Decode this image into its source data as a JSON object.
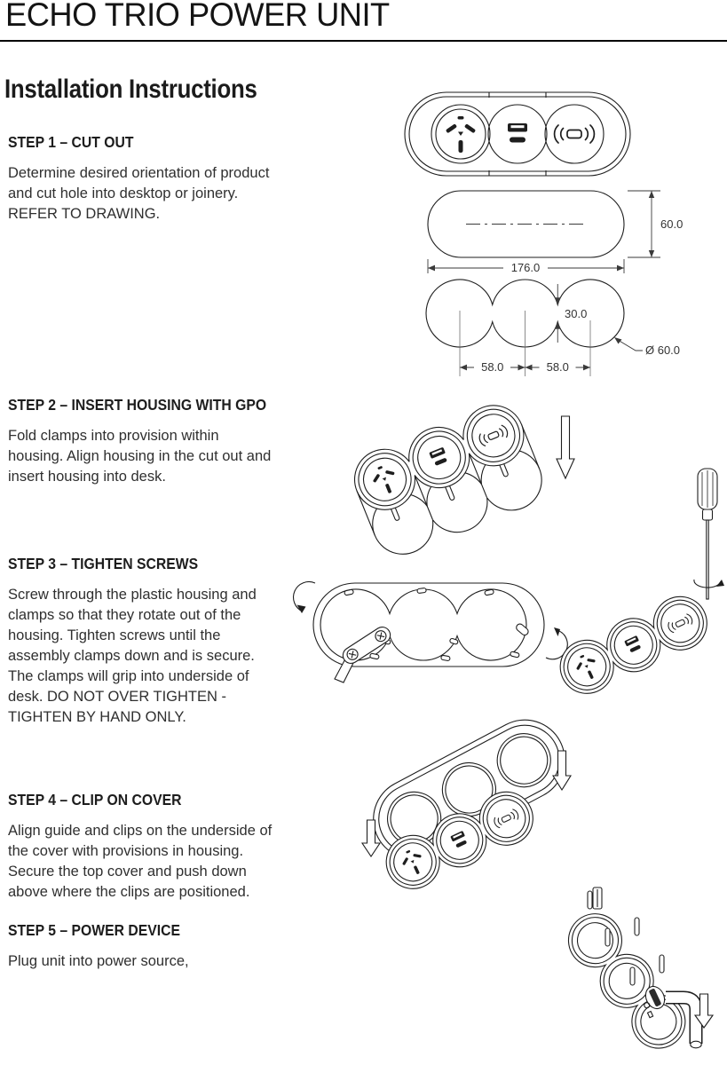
{
  "page": {
    "title": "ECHO TRIO POWER UNIT",
    "subtitle": "Installation Instructions"
  },
  "steps": [
    {
      "heading": "STEP 1 – CUT OUT",
      "body": "Determine desired orientation of product and cut hole into desktop or joinery. REFER TO DRAWING."
    },
    {
      "heading": "STEP 2 – INSERT HOUSING WITH GPO",
      "body": "Fold clamps into provision within housing. Align housing in the cut out and insert housing into desk."
    },
    {
      "heading": "STEP 3 – TIGHTEN SCREWS",
      "body": "Screw through the plastic housing and clamps so that they rotate out of the housing.  Tighten screws until the assembly clamps down and is secure. The clamps will grip into underside of desk. DO NOT OVER TIGHTEN - TIGHTEN BY HAND ONLY."
    },
    {
      "heading": "STEP 4 – CLIP ON COVER",
      "body": "Align guide and clips on the underside of the cover with provisions in housing. Secure the top cover and push down above where the clips are positioned."
    },
    {
      "heading": "STEP 5 – POWER DEVICE",
      "body": "Plug unit into power source,"
    }
  ],
  "drawings": {
    "cutout_pill": {
      "height_label": "60.0",
      "width_label": "176.0"
    },
    "cutout_circles": {
      "notch_label": "30.0",
      "pitch_label_1": "58.0",
      "pitch_label_2": "58.0",
      "diameter_label": "Ø 60.0"
    }
  }
}
